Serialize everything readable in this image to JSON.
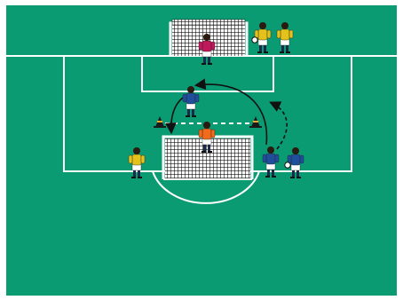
{
  "diagram": {
    "type": "soccer-training-drill",
    "colors": {
      "pitch": "#0a9b73",
      "lines": "#ffffff",
      "frame": "#ffffff",
      "net": "#111111",
      "goal_frame": "#ffffff",
      "keeper_top_shirt": "#c0185a",
      "keeper_center_shirt": "#f26a1b",
      "team_blue_shirt": "#1f4f9a",
      "team_yellow_shirt": "#e3c21c",
      "shorts": "#ffffff",
      "socks": "#1b2a4a",
      "cone": "#1a1a1a",
      "cone_stripe": "#f5a623",
      "arrow": "#111111",
      "pass_line": "#ffffff"
    },
    "elements": {
      "goals": [
        "top-goal",
        "center-portable-goal"
      ],
      "players": [
        {
          "role": "goalkeeper",
          "team": "magenta",
          "area": "top-goal"
        },
        {
          "role": "server",
          "team": "yellow",
          "area": "top-right-of-goal",
          "has_ball": true
        },
        {
          "role": "server",
          "team": "yellow",
          "area": "top-right-of-goal"
        },
        {
          "role": "defender",
          "team": "blue",
          "area": "centre-penalty"
        },
        {
          "role": "goalkeeper",
          "team": "orange",
          "area": "center-portable-goal"
        },
        {
          "role": "attacker",
          "team": "yellow",
          "area": "left-edge"
        },
        {
          "role": "attacker",
          "team": "blue",
          "area": "right-edge"
        },
        {
          "role": "server",
          "team": "blue",
          "area": "right-edge",
          "has_ball": true
        }
      ],
      "cones": 2,
      "movement": [
        "curved-run-arrow",
        "dashed-curved-pass-arrow",
        "dashed-link-between-cones"
      ]
    }
  }
}
